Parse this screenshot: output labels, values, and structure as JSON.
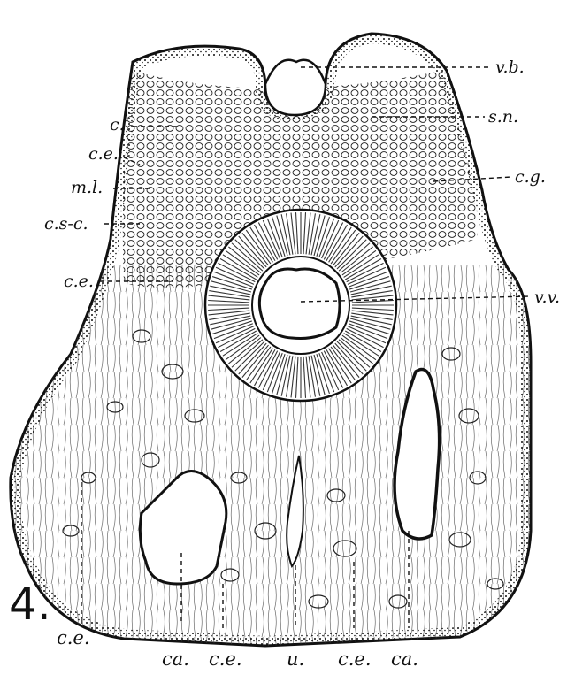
{
  "figure_number": "4.",
  "labels": {
    "vb": "v.b.",
    "sn": "s.n.",
    "c": "c.",
    "ce_left_top": "c.e.",
    "cg": "c.g.",
    "ml": "m.l.",
    "csc": "c.s-c.",
    "ce_left_mid": "c.e.",
    "vv": "v.v.",
    "ce_bottom_left": "c.e.",
    "ca_left": "ca.",
    "ce_bottom_2": "c.e.",
    "u": "u.",
    "ce_bottom_3": "c.e.",
    "ca_right": "ca."
  },
  "colors": {
    "ink": "#111111",
    "paper": "#ffffff"
  }
}
